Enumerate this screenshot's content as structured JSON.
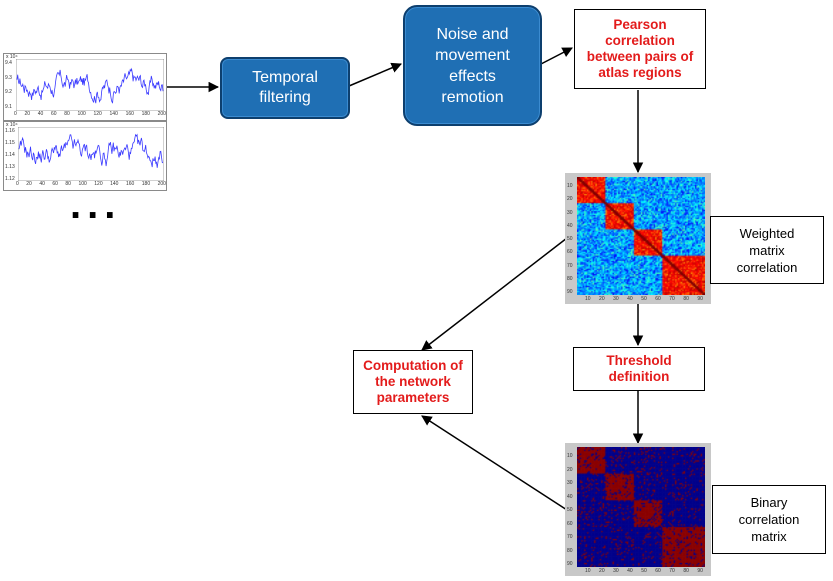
{
  "signals": [
    {
      "scale_label": "x 10⁴",
      "y_ticks": [
        "9.4",
        "9.3",
        "9.2",
        "9.1"
      ],
      "x_ticks": [
        "0",
        "20",
        "40",
        "60",
        "80",
        "100",
        "120",
        "140",
        "160",
        "180",
        "200"
      ]
    },
    {
      "scale_label": "x 10⁴",
      "y_ticks": [
        "1.16",
        "1.15",
        "1.14",
        "1.13",
        "1.12"
      ],
      "x_ticks": [
        "0",
        "20",
        "40",
        "60",
        "80",
        "100",
        "120",
        "140",
        "160",
        "180",
        "200"
      ]
    }
  ],
  "ellipsis": "...",
  "nodes": {
    "temporal_filtering": "Temporal filtering",
    "noise_removal": "Noise and movement effects remotion",
    "pearson": "Pearson correlation between pairs of atlas regions",
    "weighted_matrix": "Weighted matrix correlation",
    "threshold": "Threshold definition",
    "binary_matrix": "Binary correlation matrix",
    "network_params": "Computation of the network parameters"
  },
  "matrix_ticks": [
    "10",
    "20",
    "30",
    "40",
    "50",
    "60",
    "70",
    "80",
    "90"
  ],
  "colors": {
    "blue_box": "#1f6fb4",
    "red_text": "#e31b1b",
    "binary_red": "#8b0000",
    "binary_blue": "#00008b"
  }
}
